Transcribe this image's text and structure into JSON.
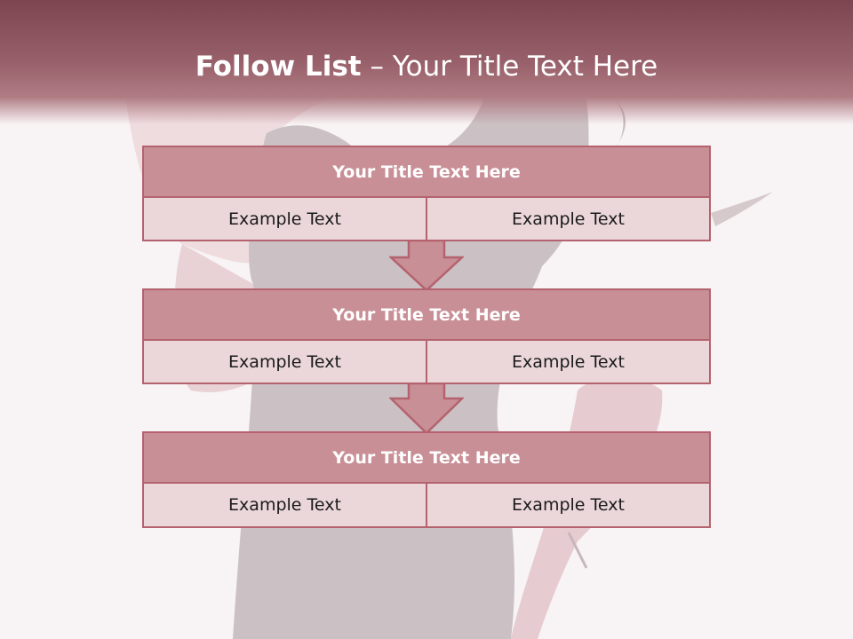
{
  "header": {
    "title_bold": "Follow List",
    "title_rest": "  – Your Title Text Here"
  },
  "blocks": [
    {
      "title": "Your Title Text Here",
      "cells": [
        "Example Text",
        "Example Text"
      ]
    },
    {
      "title": "Your Title Text Here",
      "cells": [
        "Example Text",
        "Example Text"
      ]
    },
    {
      "title": "Your Title Text Here",
      "cells": [
        "Example Text",
        "Example Text"
      ]
    }
  ],
  "colors": {
    "header": "#98606a",
    "block_head": "#c98f96",
    "block_row": "#ebd7d9",
    "border": "#b4636e"
  }
}
